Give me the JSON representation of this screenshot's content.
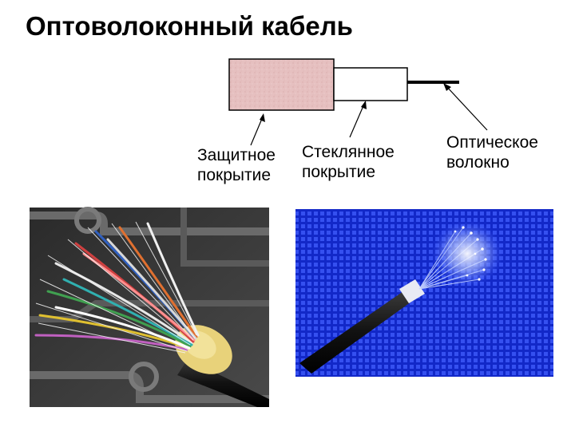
{
  "title": "Оптоволоконный кабель",
  "labels": {
    "protective": [
      "Защитное",
      "покрытие"
    ],
    "glass": [
      "Стеклянное",
      "покрытие"
    ],
    "optical": [
      "Оптическое",
      "волокно"
    ]
  },
  "colors": {
    "protective_coating": "#e8c4c4",
    "glass_coating": "#ffffff",
    "fiber": "#000000",
    "photo_right_bg": "#1a2fd6"
  }
}
